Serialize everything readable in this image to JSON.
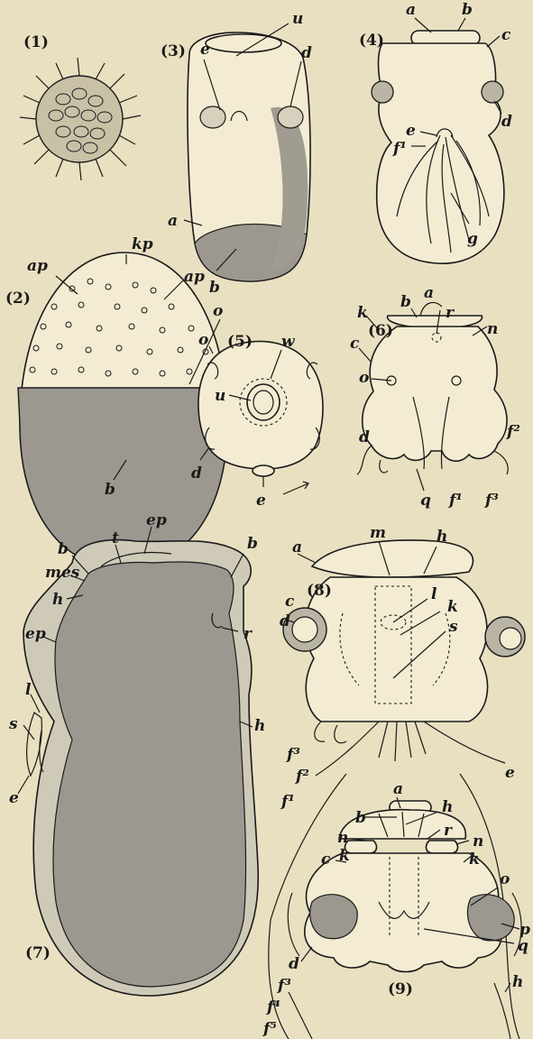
{
  "figures": {
    "f1": "(1)",
    "f2": "(2)",
    "f3": "(3)",
    "f4": "(4)",
    "f5": "(5)",
    "f6": "(6)",
    "f7": "(7)",
    "f8": "(8)",
    "f9": "(9)"
  },
  "labels": {
    "u": "u",
    "e": "e",
    "d": "d",
    "a": "a",
    "b": "b",
    "c": "c",
    "f1": "f¹",
    "f2": "f²",
    "f3": "f³",
    "f4": "f⁴",
    "f5": "f⁵",
    "g": "g",
    "kp": "kp",
    "ap": "ap",
    "o": "o",
    "w": "w",
    "k": "k",
    "r": "r",
    "n": "n",
    "q": "q",
    "m": "m",
    "h": "h",
    "l": "l",
    "s": "s",
    "t": "t",
    "ep": "ep",
    "mes": "mes",
    "p": "p"
  }
}
